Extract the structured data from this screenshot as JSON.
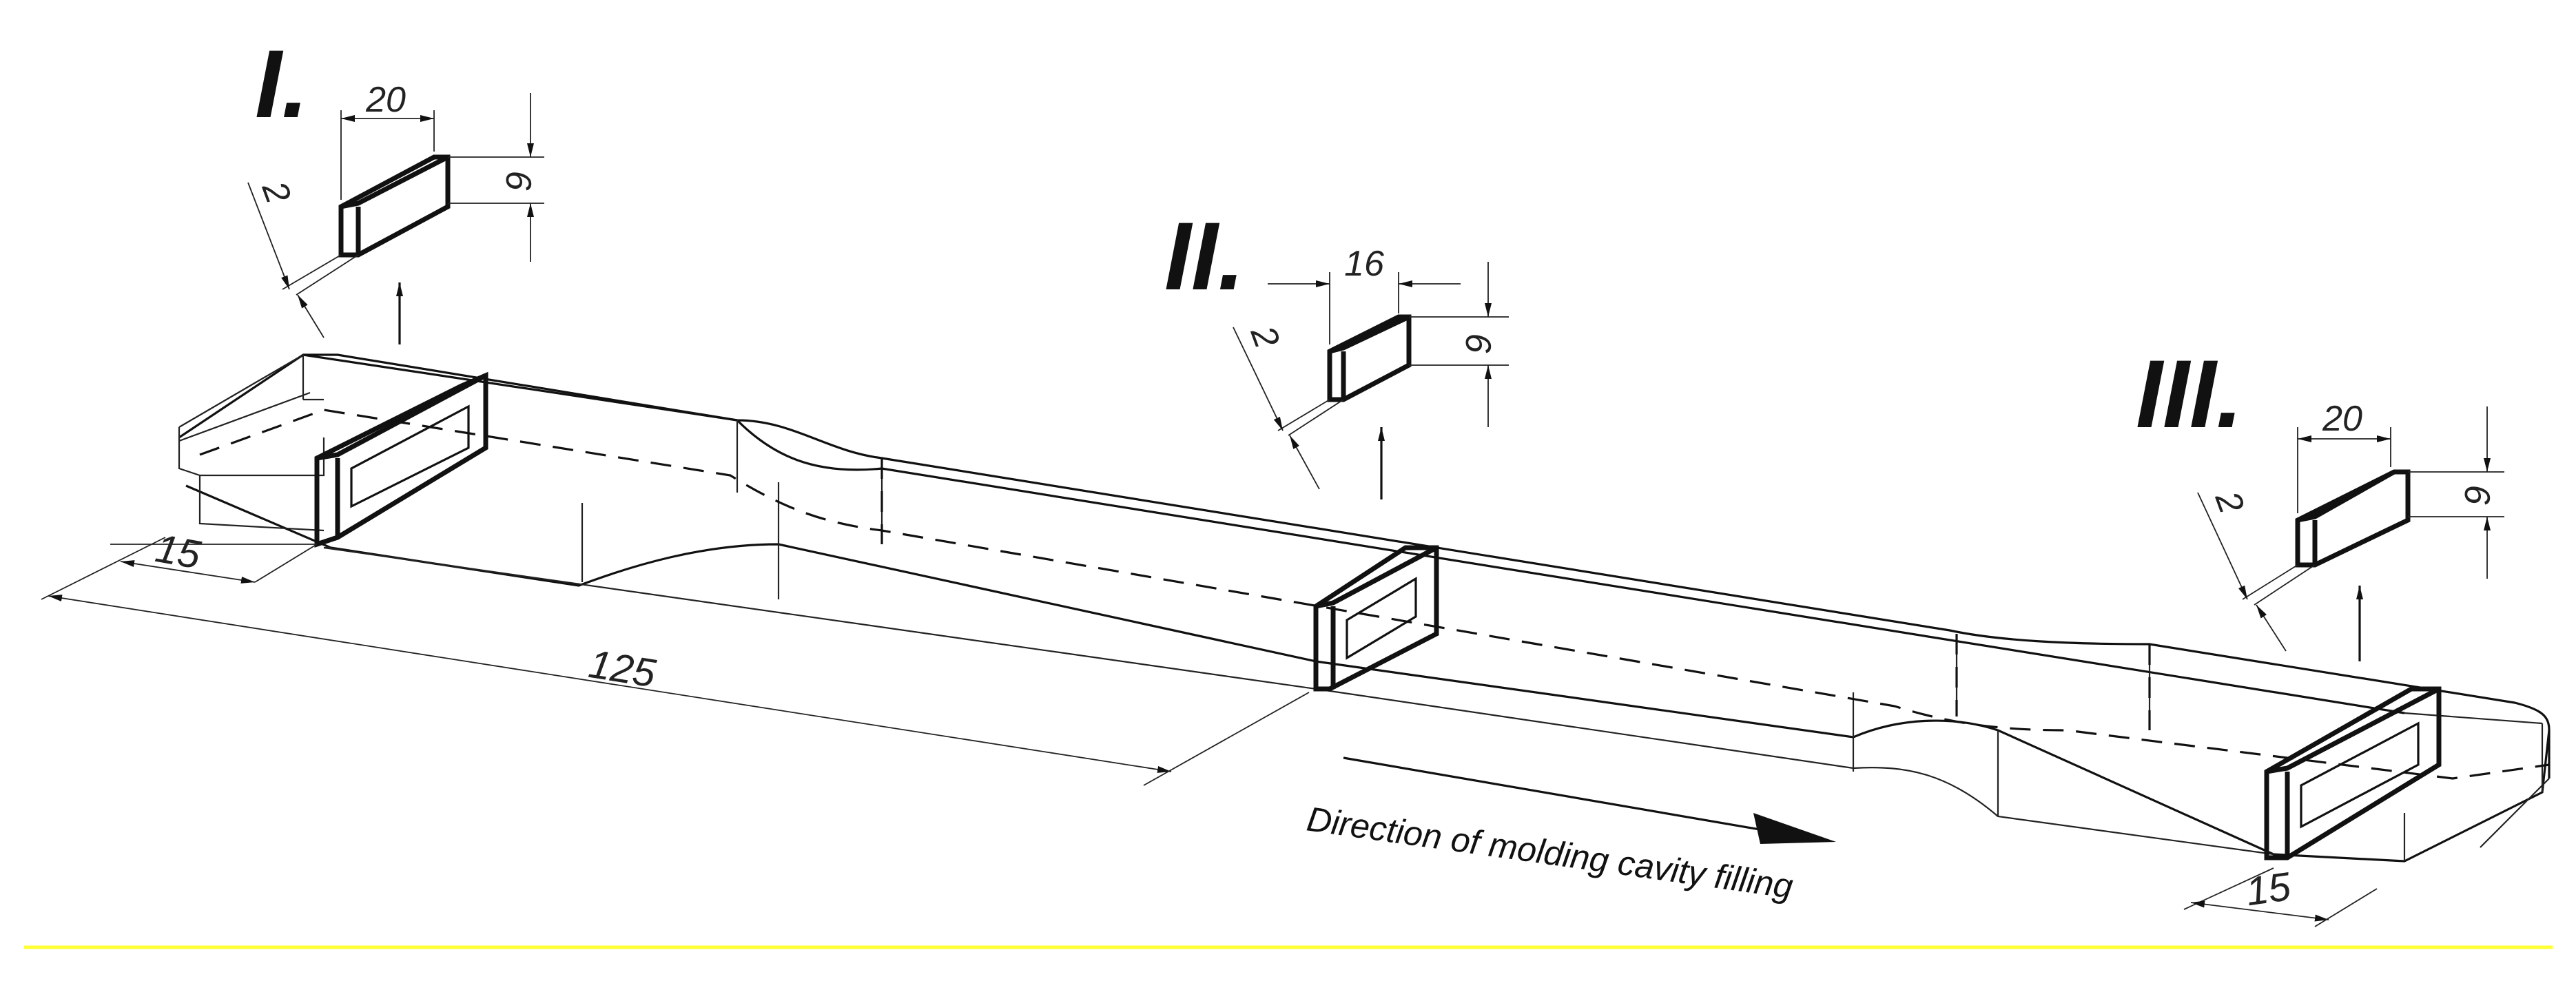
{
  "sections": [
    {
      "id": "I",
      "label": "I.",
      "width_dim": "20",
      "height_dim": "6",
      "depth_dim": "2"
    },
    {
      "id": "II",
      "label": "II.",
      "width_dim": "16",
      "height_dim": "6",
      "depth_dim": "2"
    },
    {
      "id": "III",
      "label": "III.",
      "width_dim": "20",
      "height_dim": "6",
      "depth_dim": "2"
    }
  ],
  "dimensions": {
    "left_end_width": "15",
    "total_length": "125",
    "right_end_width": "15"
  },
  "caption": "Direction of molding cavity filling",
  "colors": {
    "line": "#111111",
    "bottom_rule": "#ffff33"
  }
}
